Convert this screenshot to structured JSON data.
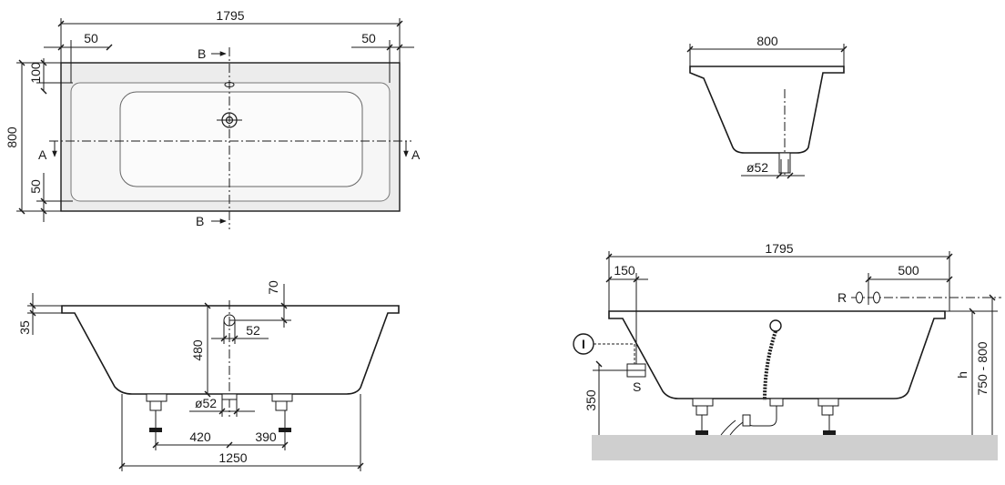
{
  "top_view": {
    "overall_length": "1795",
    "left_offset": "50",
    "right_offset": "50",
    "top_rim": "100",
    "bottom_rim": "50",
    "width": "800",
    "section_a_left": "A",
    "section_a_right": "A",
    "section_b_top": "B",
    "section_b_bottom": "B"
  },
  "end_view": {
    "width": "800",
    "drain_dia": "ø52"
  },
  "side_section": {
    "rim_height": "35",
    "overflow_offset": "70",
    "depth": "480",
    "overflow_dia": "52",
    "drain_dia": "ø52",
    "foot_left_spacing": "420",
    "foot_right_spacing": "390",
    "base_length": "1250"
  },
  "install_view": {
    "overall_length": "1795",
    "end_offset": "150",
    "valve_offset": "500",
    "valve_label": "R",
    "siphon_label": "S",
    "siphon_height": "350",
    "height_label": "h",
    "height_range": "750 - 800",
    "info_label": "I"
  }
}
